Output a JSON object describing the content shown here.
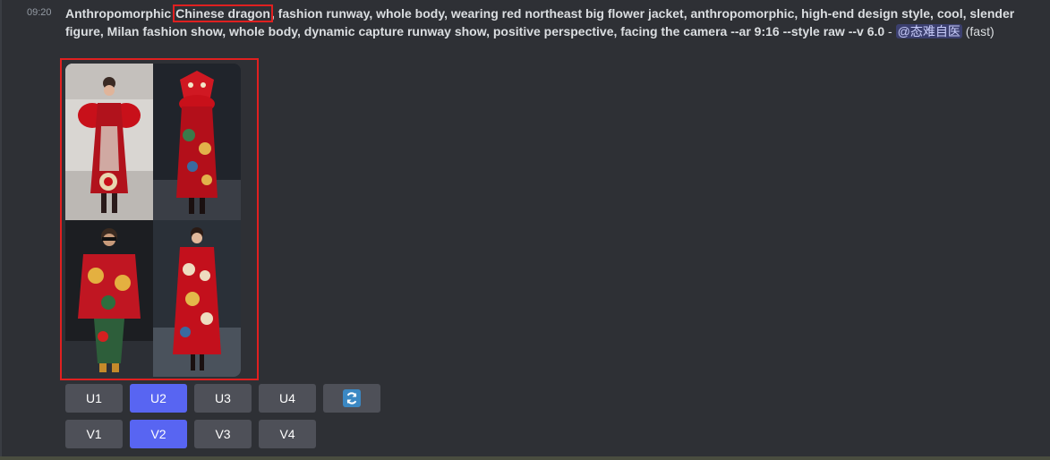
{
  "message": {
    "timestamp": "09:20",
    "prompt_before": "Anthropomorphic",
    "prompt_highlight": "Chinese dragon",
    "prompt_after": ", fashion runway, whole body, wearing red northeast big flower jacket, anthropomorphic, high-end design style, cool, slender figure, Milan fashion show, whole body, dynamic capture runway show, positive perspective, facing the camera --ar 9:16 --style raw --v 6.0",
    "separator": " - ",
    "mention": "@态难自医",
    "mode": " (fast)"
  },
  "image_grid": {
    "tiles": [
      "runway-look-1",
      "runway-look-2",
      "runway-look-3",
      "runway-look-4"
    ]
  },
  "buttons": {
    "upscale": [
      {
        "label": "U1",
        "active": false
      },
      {
        "label": "U2",
        "active": true
      },
      {
        "label": "U3",
        "active": false
      },
      {
        "label": "U4",
        "active": false
      }
    ],
    "reroll_icon": "refresh-icon",
    "variation": [
      {
        "label": "V1",
        "active": false
      },
      {
        "label": "V2",
        "active": true
      },
      {
        "label": "V3",
        "active": false
      },
      {
        "label": "V4",
        "active": false
      }
    ]
  },
  "colors": {
    "background": "#2e3035",
    "highlight_outline": "#e02020",
    "button_default": "#4e5058",
    "button_active": "#5865f2"
  }
}
